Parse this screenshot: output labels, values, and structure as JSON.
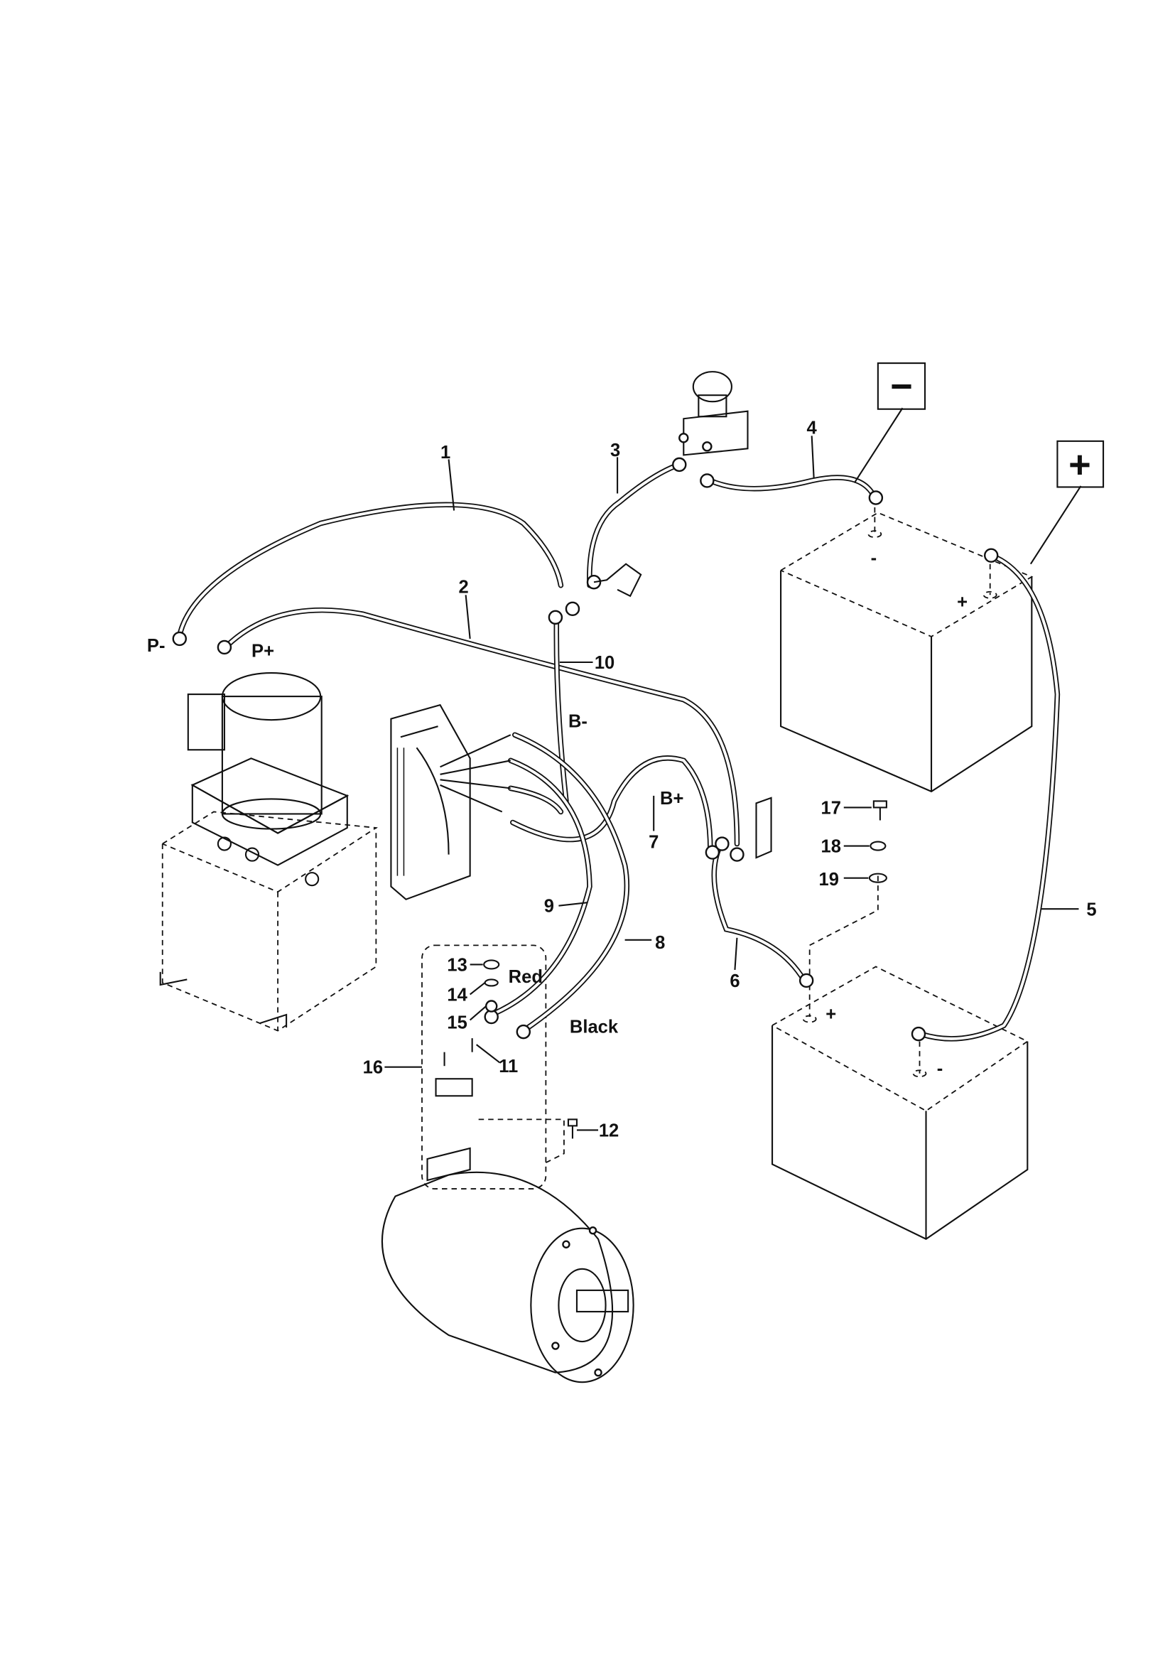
{
  "callouts": {
    "n1": "1",
    "n2": "2",
    "n3": "3",
    "n4": "4",
    "n5": "5",
    "n6": "6",
    "n7": "7",
    "n8": "8",
    "n9": "9",
    "n10": "10",
    "n11": "11",
    "n12": "12",
    "n13": "13",
    "n14": "14",
    "n15": "15",
    "n16": "16",
    "n17": "17",
    "n18": "18",
    "n19": "19"
  },
  "terminals": {
    "p_minus": "P-",
    "p_plus": "P+",
    "b_minus": "B-",
    "b_plus": "B+",
    "red": "Red",
    "black": "Black"
  },
  "polarity": {
    "negative_box": "−",
    "positive_box": "+",
    "battery1_neg": "-",
    "battery1_pos": "+",
    "battery2_pos": "+",
    "battery2_neg": "-"
  }
}
